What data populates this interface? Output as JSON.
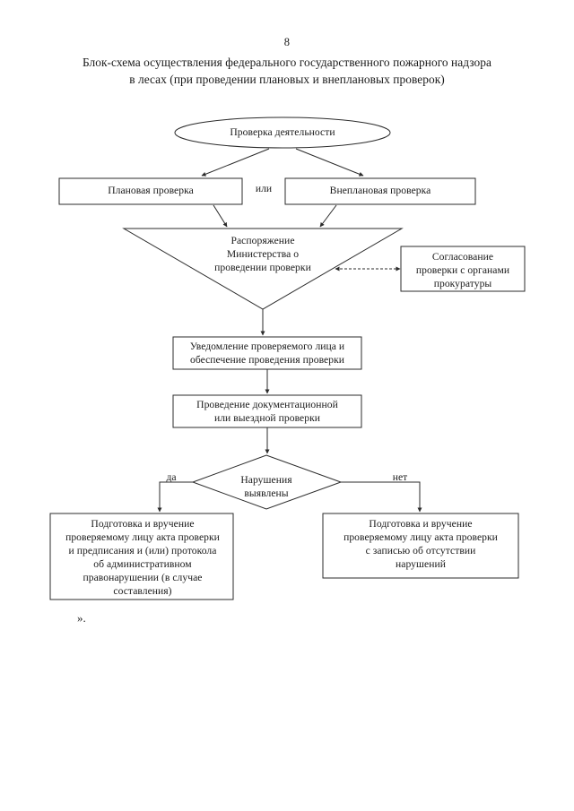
{
  "document": {
    "page_number": "8",
    "title_line1": "Блок-схема осуществления федерального государственного пожарного надзора",
    "title_line2": "в лесах (при проведении плановых и внеплановых проверок)",
    "tail_mark": "»."
  },
  "flowchart": {
    "start": {
      "shape": "ellipse",
      "label": "Проверка деятельности"
    },
    "planned": {
      "shape": "rectangle",
      "label": "Плановая проверка"
    },
    "or_label": "или",
    "unplanned": {
      "shape": "rectangle",
      "label": "Внеплановая проверка"
    },
    "order": {
      "shape": "inverted-triangle",
      "line1": "Распоряжение",
      "line2": "Министерства о",
      "line3": "проведении проверки"
    },
    "prosecutor": {
      "shape": "rectangle",
      "line1": "Согласование",
      "line2": "проверки с органами",
      "line3": "прокуратуры"
    },
    "notification": {
      "shape": "rectangle",
      "line1": "Уведомление проверяемого лица и",
      "line2": "обеспечение проведения проверки"
    },
    "conducting": {
      "shape": "rectangle",
      "line1": "Проведение документационной",
      "line2": "или выездной проверки"
    },
    "decision": {
      "shape": "diamond",
      "line1": "Нарушения",
      "line2": "выявлены",
      "yes_label": "да",
      "no_label": "нет"
    },
    "outcome_violations": {
      "shape": "rectangle",
      "line1": "Подготовка и вручение",
      "line2": "проверяемому лицу акта проверки",
      "line3": "и предписания и (или) протокола",
      "line4": "об административном",
      "line5": "правонарушении (в случае",
      "line6": "составления)"
    },
    "outcome_no_violations": {
      "shape": "rectangle",
      "line1": "Подготовка и вручение",
      "line2": "проверяемому лицу акта проверки",
      "line3": "с записью об отсутствии",
      "line4": "нарушений"
    }
  },
  "style": {
    "stroke": "#2b2b2b",
    "background": "#ffffff"
  }
}
